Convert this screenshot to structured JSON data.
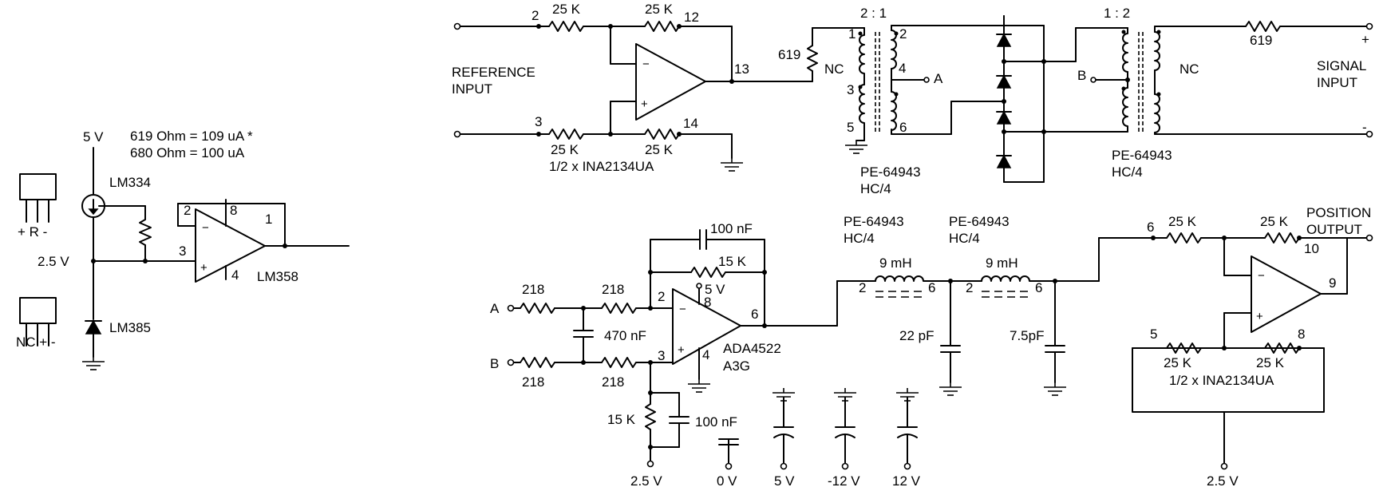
{
  "left": {
    "v5": "5 V",
    "lm334": "LM334",
    "note1": "619 Ohm = 109 uA *",
    "note2": "680 Ohm = 100 uA",
    "v25": "2.5 V",
    "lm385": "LM385",
    "lm358": "LM358",
    "pin2": "2",
    "pin8": "8",
    "pin1": "1",
    "pin3": "3",
    "pin4": "4",
    "pkg1": "+ R -",
    "pkg2": "NC + -"
  },
  "ref": {
    "input_l1": "REFERENCE",
    "input_l2": "INPUT",
    "r1": "25 K",
    "r2": "25 K",
    "r3": "25 K",
    "r4": "25 K",
    "p2": "2",
    "p3": "3",
    "p12": "12",
    "p14": "14",
    "p13": "13",
    "chip": "1/2 x INA2134UA"
  },
  "xfmr1": {
    "ratio": "2 : 1",
    "res": "619",
    "nc": "NC",
    "p1": "1",
    "p2": "2",
    "p3": "3",
    "p4": "4",
    "p5": "5",
    "p6": "6",
    "nodeA": "A",
    "part": "PE-64943",
    "sub": "HC/4"
  },
  "xfmr2": {
    "ratio": "1 : 2",
    "res": "619",
    "nc": "NC",
    "nodeB": "B",
    "part": "PE-64943",
    "sub": "HC/4",
    "plus": "+",
    "minus": "-",
    "sig_l1": "SIGNAL",
    "sig_l2": "INPUT"
  },
  "amp": {
    "c_fb": "100 nF",
    "r_fb": "15 K",
    "a": "A",
    "b": "B",
    "r218_1": "218",
    "r218_2": "218",
    "r218_3": "218",
    "r218_4": "218",
    "c470": "470 nF",
    "p2": "2",
    "p8": "8",
    "p3": "3",
    "p4": "4",
    "p6": "6",
    "v5": "5 V",
    "chip_l1": "ADA4522",
    "chip_l2": "A3G",
    "r15": "15 K",
    "c100": "100 nF",
    "v25": "2.5 V"
  },
  "filter": {
    "part1": "PE-64943",
    "sub1": "HC/4",
    "part2": "PE-64943",
    "sub2": "HC/4",
    "l1": "9 mH",
    "l2": "9 mH",
    "p2a": "2",
    "p6a": "6",
    "p2b": "2",
    "p6b": "6",
    "c1": "22 pF",
    "c2": "7.5pF"
  },
  "supplies": {
    "v0": "0 V",
    "v5": "5 V",
    "vm12": "-12 V",
    "v12": "12 V"
  },
  "out": {
    "title_l1": "POSITION",
    "title_l2": "OUTPUT",
    "r1": "25 K",
    "r2": "25 K",
    "r3": "25 K",
    "r4": "25 K",
    "p6": "6",
    "p10": "10",
    "p9": "9",
    "p5": "5",
    "p8": "8",
    "chip": "1/2 x INA2134UA",
    "v25": "2.5 V"
  }
}
